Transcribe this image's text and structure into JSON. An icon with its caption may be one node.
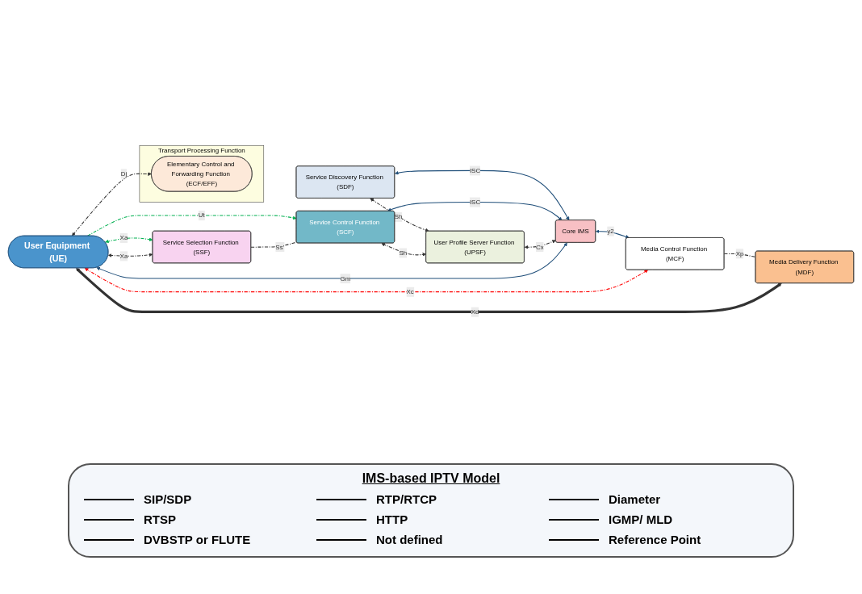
{
  "diagram": {
    "nodes": [
      {
        "text": [
          "User Equipment (UE)"
        ]
      },
      {
        "text": [
          "Service Selection Function (SSF)"
        ]
      },
      {
        "text": [
          "Service Discovery Function (SDF)"
        ]
      },
      {
        "text": [
          "Service Control Function (SCF)"
        ]
      },
      {
        "text": [
          "User Profile Server Function (UPSF)"
        ]
      },
      {
        "text": [
          "Core IMS"
        ]
      },
      {
        "text": [
          "Media Control Function (MCF)"
        ]
      },
      {
        "text": [
          "Transport Processing Function"
        ]
      },
      {
        "text": [
          "Elementary Control and Forwarding Function (ECF/EFF)"
        ],
        "in": 7
      },
      {
        "text": [
          "Media Delivery Function (MDF)"
        ]
      }
    ],
    "edges": [
      {
        "from": 0,
        "to": 3,
        "arrow": "to",
        "label": "Ut",
        "style": "dashed",
        "color": "#00b050"
      },
      {
        "from": 0,
        "to": 1,
        "arrow": "both",
        "label": "Xa",
        "style": "dashed",
        "color": "#00b050"
      },
      {
        "from": 0,
        "to": 1,
        "arrow": "both",
        "label": "Xa",
        "style": "dashed"
      },
      {
        "from": 1,
        "to": 3,
        "arrow": "none",
        "label": "Ss’",
        "style": "dashed"
      },
      {
        "from": 2,
        "to": 4,
        "arrow": "both",
        "label": "Sh",
        "style": "dashed"
      },
      {
        "from": 3,
        "to": 4,
        "arrow": "both",
        "label": "Sh",
        "style": "dashed"
      },
      {
        "from": 2,
        "to": 5,
        "arrow": "both",
        "label": "ISC",
        "color": "#1f4e79"
      },
      {
        "from": 3,
        "to": 5,
        "arrow": "both",
        "label": "ISC",
        "color": "#1f4e79"
      },
      {
        "from": 4,
        "to": 5,
        "arrow": "both",
        "label": "Cx",
        "style": "dashed"
      },
      {
        "from": 5,
        "to": 6,
        "arrow": "both",
        "label": "y2",
        "color": "#1f4e79"
      },
      {
        "from": 5,
        "to": 0,
        "arrow": "both",
        "label": "Gm",
        "color": "#1f4e79"
      },
      {
        "from": 6,
        "to": 0,
        "arrow": "both",
        "label": "Xc",
        "style": "dashed",
        "color": "#ff0000"
      },
      {
        "from": 6,
        "to": 9,
        "arrow": "none",
        "label": "Xp",
        "style": "dashed"
      },
      {
        "from": 0,
        "to": 8,
        "arrow": "both",
        "label": "Dj",
        "style": "dashed"
      },
      {
        "from": 0,
        "to": 9,
        "arrow": "both",
        "label": "Xd",
        "style": "thick"
      }
    ],
    "labels": [
      "IMS-based IPTV Model"
    ],
    "legend": [
      {
        "text": "SIP/SDP"
      },
      {
        "text": "RTP/RTCP"
      },
      {
        "text": "Diameter"
      },
      {
        "text": "RTSP"
      },
      {
        "text": "HTTP"
      },
      {
        "text": "IGMP/ MLD"
      },
      {
        "text": "DVBSTP or FLUTE"
      },
      {
        "text": "Not defined"
      },
      {
        "text": "Reference Point"
      }
    ]
  }
}
